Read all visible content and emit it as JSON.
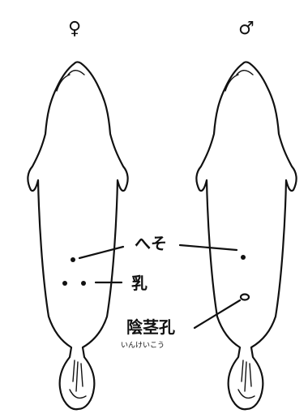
{
  "labels": {
    "female_symbol": "♀",
    "male_symbol": "♂",
    "navel": "へそ",
    "nipples": "乳",
    "penile_opening": "陰茎孔",
    "penile_opening_reading": "いんけいこう"
  },
  "colors": {
    "ink": "#111111",
    "background": "#ffffff"
  }
}
